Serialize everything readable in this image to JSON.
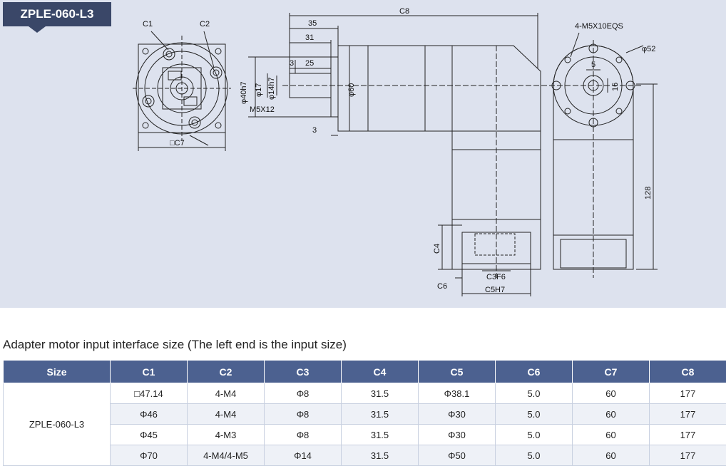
{
  "drawing": {
    "model_tag": "ZPLE-060-L3",
    "labels": {
      "c1": "C1",
      "c2": "C2",
      "c7": "□C7",
      "d35": "35",
      "d31": "31",
      "d25": "25",
      "d3a": "3",
      "d3b": "3",
      "c8": "C8",
      "phi40": "φ40h7",
      "phi17": "φ17",
      "phi14": "φ14h7",
      "m5x12": "M5X12",
      "phi60": "φ60",
      "bolt": "4-M5X10EQS",
      "phi52": "φ52",
      "d5": "5",
      "d16": "16",
      "d128": "128",
      "c4": "C4",
      "c3": "C3F6",
      "c5": "C5H7",
      "c6": "C6"
    }
  },
  "section_title": "Adapter motor input interface size (The left end is the input size)",
  "table": {
    "headers": [
      "Size",
      "C1",
      "C2",
      "C3",
      "C4",
      "C5",
      "C6",
      "C7",
      "C8"
    ],
    "size_name": "ZPLE-060-L3",
    "rows": [
      [
        "□47.14",
        "4-M4",
        "Φ8",
        "31.5",
        "Φ38.1",
        "5.0",
        "60",
        "177"
      ],
      [
        "Φ46",
        "4-M4",
        "Φ8",
        "31.5",
        "Φ30",
        "5.0",
        "60",
        "177"
      ],
      [
        "Φ45",
        "4-M3",
        "Φ8",
        "31.5",
        "Φ30",
        "5.0",
        "60",
        "177"
      ],
      [
        "Φ70",
        "4-M4/4-M5",
        "Φ14",
        "31.5",
        "Φ50",
        "5.0",
        "60",
        "177"
      ]
    ]
  }
}
